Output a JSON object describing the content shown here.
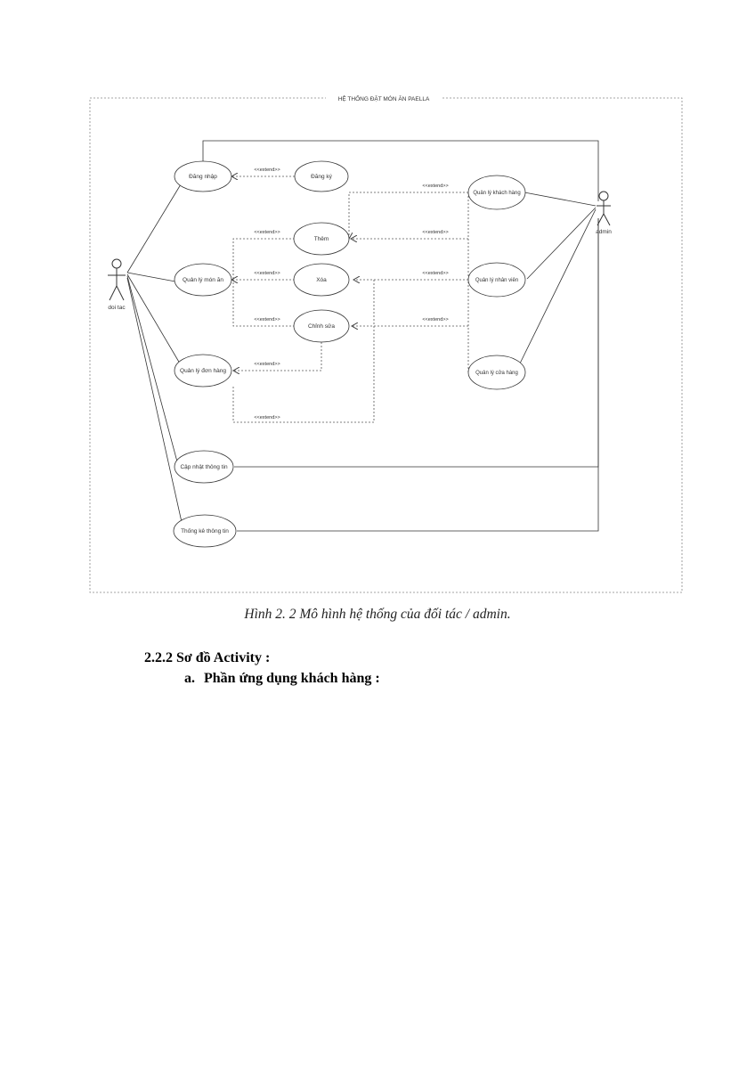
{
  "diagram": {
    "system_title": "HỆ THỐNG ĐẶT MÓN ĂN PAELLA",
    "actors": {
      "partner": "doi tac",
      "admin": "admin"
    },
    "use_cases": {
      "login": "Đăng nhập",
      "register": "Đăng ký",
      "add": "Thêm",
      "delete": "Xóa",
      "edit": "Chỉnh sửa",
      "manage_dishes": "Quản lý món ăn",
      "manage_orders": "Quản lý đơn hàng",
      "update_info": "Cập nhật thông tin",
      "stats_info": "Thống kê thông tin",
      "manage_customers": "Quản lý khách hàng",
      "manage_staff": "Quản lý nhân viên",
      "manage_stores": "Quản lý cửa hàng"
    },
    "extend_label": "<<extend>>"
  },
  "caption": "Hình 2. 2 Mô hình hệ thống của đối tác / admin.",
  "section_heading": "2.2.2 Sơ đồ Activity :",
  "sub_heading": {
    "marker": "a.",
    "text": "Phần ứng dụng khách hàng :"
  }
}
